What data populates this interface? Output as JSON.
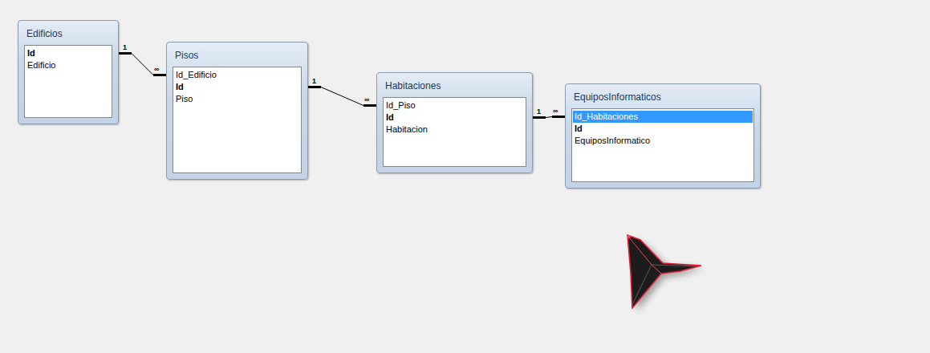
{
  "diagram": {
    "nodes": [
      {
        "text": [
          "Edificios",
          "Id",
          "Edificio"
        ]
      },
      {
        "text": [
          "Pisos",
          "Id_Edificio",
          "Id",
          "Piso"
        ]
      },
      {
        "text": [
          "Habitaciones",
          "Id_Piso",
          "Id",
          "Habitacion"
        ]
      },
      {
        "text": [
          "EquiposInformaticos",
          "Id_Habitaciones",
          "Id",
          "EquiposInformatico"
        ]
      }
    ],
    "edges": [
      {
        "from": 0,
        "to": 1,
        "arrow": "none"
      },
      {
        "from": 1,
        "to": 2,
        "arrow": "none"
      },
      {
        "from": 2,
        "to": 3,
        "arrow": "none"
      }
    ],
    "labels": [
      "1",
      "∞",
      "1",
      "∞",
      "1",
      "∞"
    ]
  }
}
